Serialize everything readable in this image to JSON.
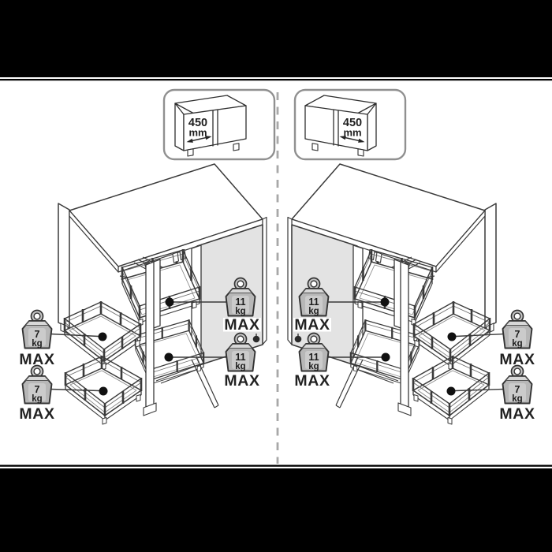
{
  "left_figure": {
    "callout": {
      "dimension_value": "450",
      "dimension_unit": "mm"
    },
    "weights": [
      {
        "value": "7",
        "unit": "kg",
        "max_label": "MAX"
      },
      {
        "value": "7",
        "unit": "kg",
        "max_label": "MAX"
      },
      {
        "value": "11",
        "unit": "kg",
        "max_label": "MAX"
      },
      {
        "value": "11",
        "unit": "kg",
        "max_label": "MAX"
      }
    ]
  },
  "right_figure": {
    "callout": {
      "dimension_value": "450",
      "dimension_unit": "mm"
    },
    "weights": [
      {
        "value": "11",
        "unit": "kg",
        "max_label": "MAX"
      },
      {
        "value": "11",
        "unit": "kg",
        "max_label": "MAX"
      },
      {
        "value": "7",
        "unit": "kg",
        "max_label": "MAX"
      },
      {
        "value": "7",
        "unit": "kg",
        "max_label": "MAX"
      }
    ]
  },
  "colors": {
    "letterbox": "#000000",
    "line_art": "#3a3a3a",
    "blind_panel_gray": "#e3e3e3",
    "weight_body_gray": "#b7b7b7",
    "divider_gray": "#a8a8a8",
    "page_background": "#ffffff"
  }
}
